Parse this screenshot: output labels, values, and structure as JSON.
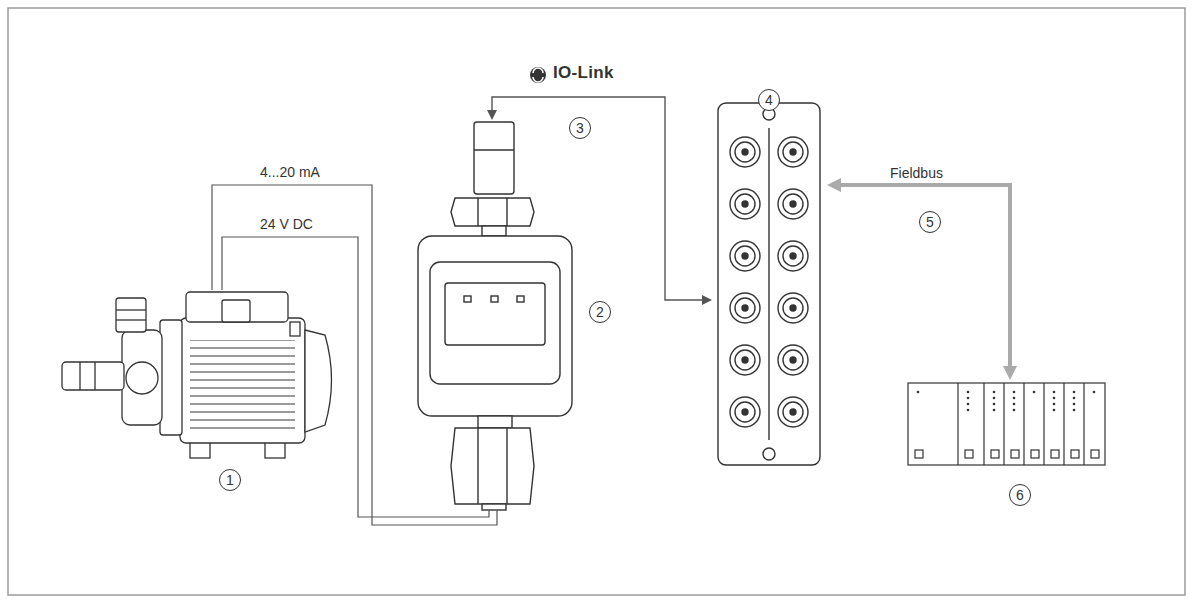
{
  "diagram": {
    "nodes": [
      {
        "text": [
          "1"
        ]
      },
      {
        "text": [
          "2"
        ]
      },
      {
        "text": [
          "4"
        ]
      },
      {
        "text": [
          "6"
        ]
      }
    ],
    "edges": [
      {
        "from": 0,
        "to": 1,
        "label": "4...20 mA",
        "arrow": "none"
      },
      {
        "from": 0,
        "to": 1,
        "label": "24 V DC",
        "arrow": "none"
      },
      {
        "from": 1,
        "to": 2,
        "label": "IO-Link",
        "arrow": "both"
      },
      {
        "from": 2,
        "to": 3,
        "label": "Fieldbus",
        "arrow": "both"
      }
    ],
    "labels": [
      "3",
      "5"
    ]
  }
}
